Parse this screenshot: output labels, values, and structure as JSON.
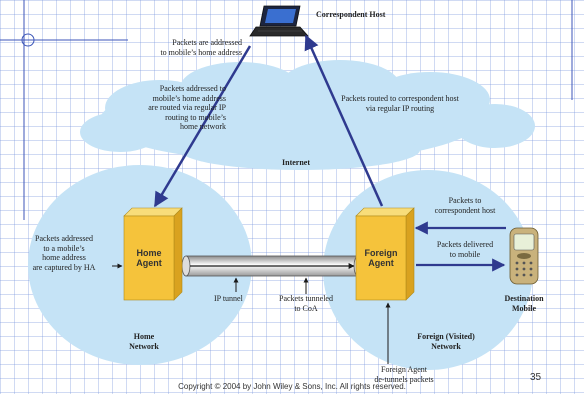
{
  "labels": {
    "correspondent_host": "Correspondent Host",
    "packets_addressed_home": "Packets are addressed\nto mobile’s home address",
    "routed_via_ip": "Packets addressed to\nmobile’s home address\nare routed via regular IP\nrouting to mobile’s\nhome network",
    "routed_to_correspondent": "Packets routed to correspondent host\nvia regular IP routing",
    "internet": "Internet",
    "captured_by_ha": "Packets addressed\nto a mobile’s\nhome address\nare captured by HA",
    "home_agent": "Home\nAgent",
    "foreign_agent": "Foreign\nAgent",
    "packets_to_correspondent": "Packets to\ncorrespondent host",
    "packets_delivered": "Packets delivered\nto mobile",
    "ip_tunnel": "IP tunnel",
    "packets_tunneled": "Packets tunneled\nto CoA",
    "destination_mobile": "Destination\nMobile",
    "home_network": "Home\nNetwork",
    "foreign_network": "Foreign (Visited)\nNetwork",
    "fa_detunnels": "Foreign Agent\nde-tunnels packets"
  },
  "footer": {
    "copyright": "Copyright © 2004 by John Wiley & Sons, Inc. All rights reserved.",
    "page_number": "35"
  },
  "colors": {
    "cloud": "#c5e3f6",
    "agent_front": "#f5c33b",
    "arrow": "#2f3a8f"
  }
}
